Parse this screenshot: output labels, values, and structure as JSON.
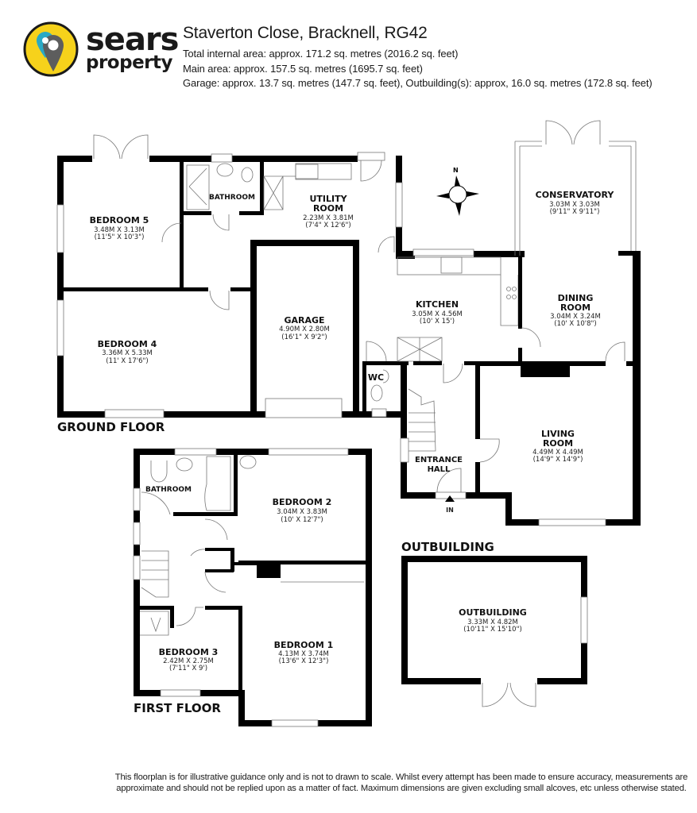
{
  "brand": {
    "name_line1": "sears",
    "name_line2": "property",
    "colors": {
      "yellow": "#f6d21b",
      "teal": "#2aa9c4",
      "grey": "#5d5d5d",
      "text": "#1a1a1a"
    },
    "icon": "map-pin-logo-icon"
  },
  "header": {
    "title": "Staverton Close, Bracknell, RG42",
    "areas": [
      "Total internal area: approx. 171.2 sq. metres (2016.2 sq. feet)",
      "Main area: approx. 157.5 sq. metres (1695.7 sq. feet)",
      "Garage: approx. 13.7 sq. metres (147.7 sq. feet), Outbuilding(s): approx, 16.0 sq. metres (172.8 sq. feet)"
    ]
  },
  "floors": {
    "ground": {
      "label": "GROUND FLOOR"
    },
    "first": {
      "label": "FIRST FLOOR"
    },
    "outbuilding": {
      "label": "OUTBUILDING"
    }
  },
  "compass": {
    "label": "N"
  },
  "entrance_marker": "IN",
  "rooms": {
    "bedroom5": {
      "name": "BEDROOM 5",
      "metric": "3.48M X 3.13M",
      "imperial": "(11'5\" X 10'3\")"
    },
    "bathroom_ground": {
      "name": "BATHROOM"
    },
    "utility": {
      "name_line1": "UTILITY",
      "name_line2": "ROOM",
      "metric": "2.23M X 3.81M",
      "imperial": "(7'4\" X 12'6\")"
    },
    "conservatory": {
      "name": "CONSERVATORY",
      "metric": "3.03M X 3.03M",
      "imperial": "(9'11\" X 9'11\")"
    },
    "bedroom4": {
      "name": "BEDROOM 4",
      "metric": "3.36M X 5.33M",
      "imperial": "(11' X 17'6\")"
    },
    "garage": {
      "name": "GARAGE",
      "metric": "4.90M X 2.80M",
      "imperial": "(16'1\" X 9'2\")"
    },
    "kitchen": {
      "name": "KITCHEN",
      "metric": "3.05M X 4.56M",
      "imperial": "(10' X 15')"
    },
    "dining": {
      "name_line1": "DINING",
      "name_line2": "ROOM",
      "metric": "3.04M X 3.24M",
      "imperial": "(10' X 10'8\")"
    },
    "wc": {
      "name": "WC"
    },
    "entrance_hall": {
      "name_line1": "ENTRANCE",
      "name_line2": "HALL"
    },
    "living": {
      "name_line1": "LIVING",
      "name_line2": "ROOM",
      "metric": "4.49M X 4.49M",
      "imperial": "(14'9\" X 14'9\")"
    },
    "bathroom_first": {
      "name": "BATHROOM"
    },
    "bedroom2": {
      "name": "BEDROOM 2",
      "metric": "3.04M X 3.83M",
      "imperial": "(10' X 12'7\")"
    },
    "bedroom3": {
      "name": "BEDROOM 3",
      "metric": "2.42M X 2.75M",
      "imperial": "(7'11\" X 9')"
    },
    "bedroom1": {
      "name": "BEDROOM 1",
      "metric": "4.13M X 3.74M",
      "imperial": "(13'6\" X 12'3\")"
    },
    "outbuilding": {
      "name": "OUTBUILDING",
      "metric": "3.33M X 4.82M",
      "imperial": "(10'11\" X 15'10\")"
    }
  },
  "footer": {
    "disclaimer_line1": "This floorplan is for illustrative guidance only and is not to drawn to scale. Whilst every attempt has been made to ensure accuracy, measurements are",
    "disclaimer_line2": "approximate and should not be replied upon as a matter of fact. Maximum dimensions are given excluding small alcoves, etc unless otherwise stated."
  }
}
